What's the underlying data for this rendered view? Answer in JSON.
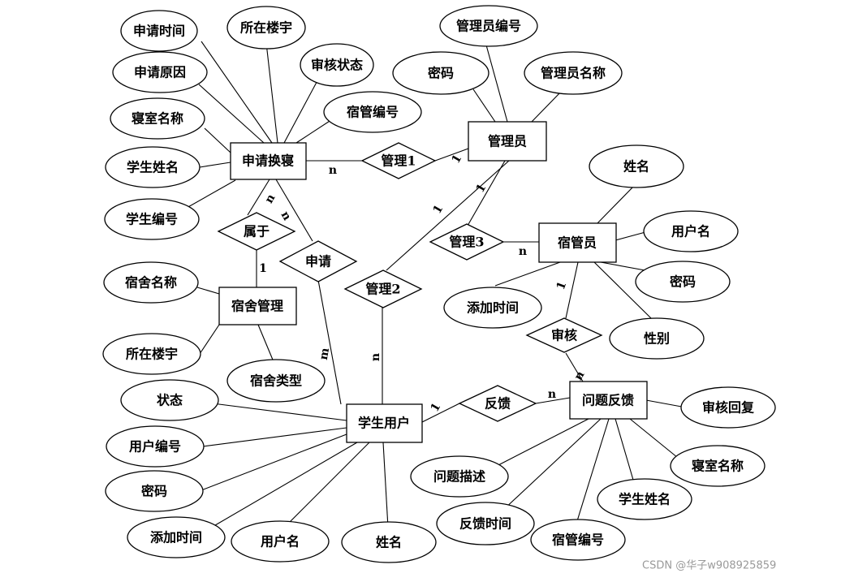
{
  "entities": {
    "apply_swap": "申请换寝",
    "admin": "管理员",
    "dorm_manager": "宿管员",
    "dorm_admin": "宿舍管理",
    "student_user": "学生用户",
    "feedback_issue": "问题反馈"
  },
  "relationships": {
    "belongs": "属于",
    "apply": "申请",
    "manage1": "管理1",
    "manage2": "管理2",
    "manage3": "管理3",
    "review": "审核",
    "feedback": "反馈"
  },
  "attributes": {
    "apply_swap": [
      "申请时间",
      "所在楼宇",
      "审核状态",
      "申请原因",
      "宿管编号",
      "寝室名称",
      "学生姓名",
      "学生编号"
    ],
    "admin": [
      "管理员编号",
      "密码",
      "管理员名称"
    ],
    "dorm_manager": [
      "姓名",
      "用户名",
      "密码",
      "添加时间",
      "性别"
    ],
    "dorm_admin": [
      "宿舍名称",
      "所在楼宇",
      "宿舍类型"
    ],
    "student_user": [
      "状态",
      "用户编号",
      "密码",
      "添加时间",
      "用户名",
      "姓名"
    ],
    "feedback_issue": [
      "审核回复",
      "问题描述",
      "寝室名称",
      "反馈时间",
      "学生姓名",
      "宿管编号"
    ]
  },
  "cardinalities": {
    "manage1_apply": "n",
    "manage1_admin": "1",
    "belongs_apply": "n",
    "belongs_dorm": "1",
    "apply_apply": "n",
    "apply_student": "m",
    "manage2_admin": "1",
    "manage2_student": "n",
    "manage3_admin": "1",
    "manage3_dm": "n",
    "review_dm": "1",
    "review_fb": "n",
    "feedback_student": "1",
    "feedback_fb": "n"
  },
  "watermark": "CSDN @华子w908925859"
}
